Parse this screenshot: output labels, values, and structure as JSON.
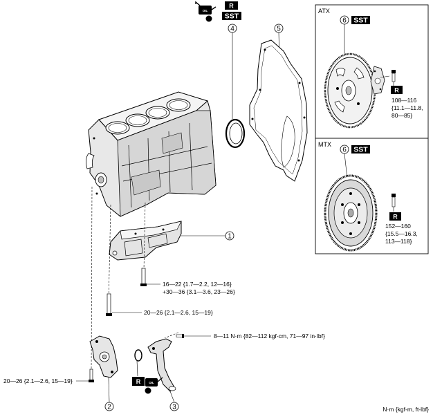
{
  "callouts": {
    "c1": "1",
    "c2": "2",
    "c3": "3",
    "c4": "4",
    "c5": "5",
    "c6_atx": "6",
    "c6_mtx": "6"
  },
  "badges": {
    "replace": "R",
    "sst": "SST",
    "oil": "OIL"
  },
  "panels": {
    "atx_title": "ATX",
    "mtx_title": "MTX"
  },
  "torques": {
    "oil_pan_bolt_line1": "16—22 {1.7—2.2, 12—16}",
    "oil_pan_bolt_line2": "+30—36 {3.1—3.6, 23—26}",
    "oil_pan_long_bolt": "20—26 {2.1—2.6, 15—19}",
    "strainer_bolt": "8—11 N·m {82—112 kgf-cm, 71—97 in·lbf}",
    "oil_pump_bolt": "20—26 {2.1—2.6, 15—19}",
    "atx_line1": "108—116",
    "atx_line2": "{11.1—11.8,",
    "atx_line3": "80—85}",
    "mtx_line1": "152—160",
    "mtx_line2": "{15.5—16.3,",
    "mtx_line3": "113—118}"
  },
  "units_note": "N·m {kgf-m, ft-lbf}"
}
